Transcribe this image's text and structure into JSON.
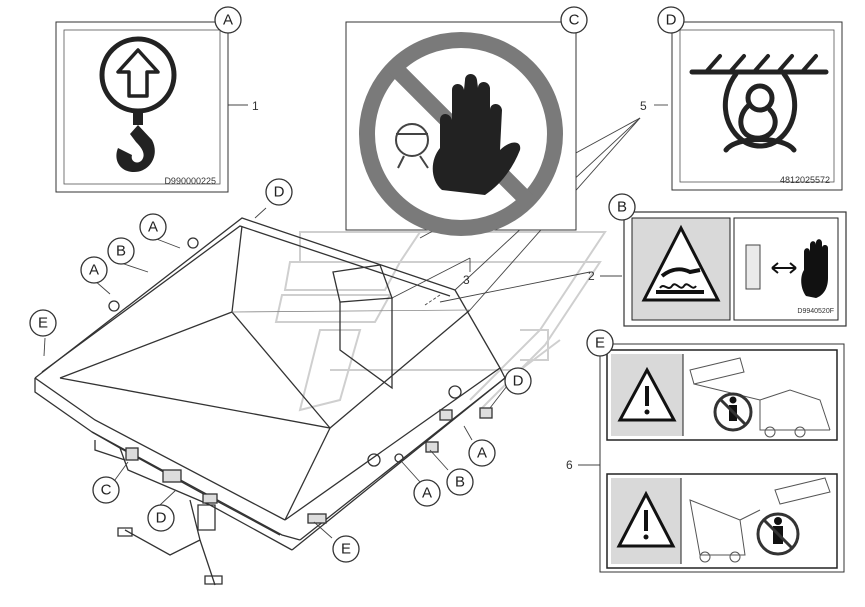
{
  "callout_letters": {
    "a": "A",
    "b": "B",
    "c": "C",
    "d": "D",
    "e": "E"
  },
  "item_numbers": {
    "n1": "1",
    "n2": "2",
    "n3": "3",
    "n5": "5",
    "n6": "6"
  },
  "decal_codes": {
    "lift_point": "D990000225",
    "tie_down": "4812025572",
    "hot_surface": "D9940520F"
  },
  "colors": {
    "line": "#333333",
    "panel_gray": "#d9d9d9",
    "prohibit_gray": "#7a7a7a",
    "ghost": "#d0d0d0"
  }
}
